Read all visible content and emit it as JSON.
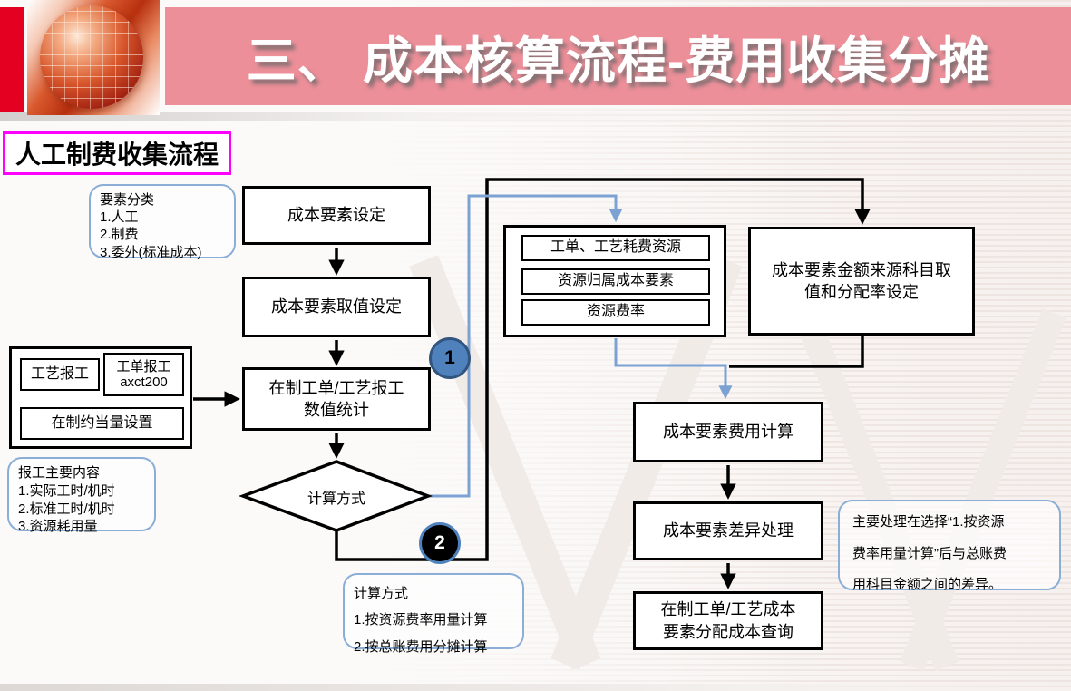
{
  "header": {
    "title": "三、 成本核算流程-费用收集分摊"
  },
  "section_label": "人工制费收集流程",
  "nodes": {
    "cost_element_setup": "成本要素设定",
    "cost_element_value_setup": "成本要素取值设定",
    "wip_report_stats": "在制工单/工艺报工\n数值统计",
    "calc_method_decision": "计算方式",
    "process_report": "工艺报工",
    "workorder_report": "工单报工\naxct200",
    "wip_equivalent_setup": "在制约当量设置",
    "workorder_resource": "工单、工艺耗费资源",
    "resource_to_element": "资源归属成本要素",
    "resource_rate": "资源费率",
    "source_account_setup": "成本要素金额来源科目取\n值和分配率设定",
    "expense_calc": "成本要素费用计算",
    "diff_handling": "成本要素差异处理",
    "cost_query": "在制工单/工艺成本\n要素分配成本查询"
  },
  "notes": {
    "element_categories": "要素分类\n1.人工\n2.制费\n3.委外(标准成本)",
    "report_contents": "报工主要内容\n1.实际工时/机时\n2.标准工时/机时\n3.资源耗用量",
    "calc_methods": "计算方式\n1.按资源费率用量计算\n2.按总账费用分摊计算",
    "diff_note": "主要处理在选择“1.按资源\n费率用量计算”后与总账费\n用科目金额之间的差异。"
  },
  "badges": {
    "one": "1",
    "two": "2"
  },
  "colors": {
    "banner_pink": "#ec8f99",
    "strip_red": "#e30020",
    "label_magenta": "#ff00ff",
    "line_black": "#000000",
    "line_blue": "#7ca2d4",
    "bubble_border_blue": "#8aaed6",
    "badge1_fill": "#4f81bd",
    "badge2_fill": "#000000"
  }
}
